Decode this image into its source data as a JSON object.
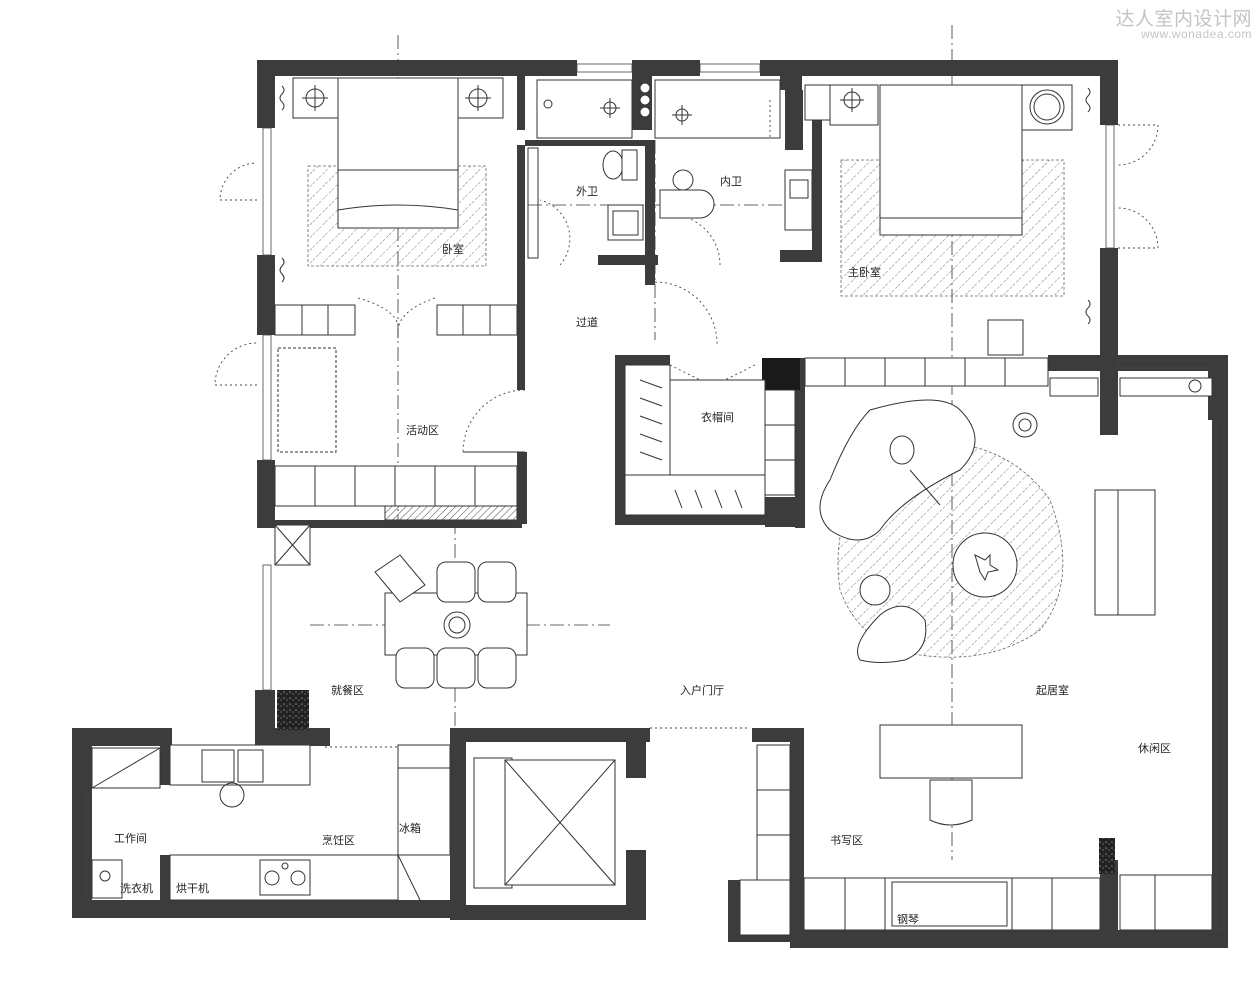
{
  "watermark": {
    "title": "达人室内设计网",
    "url": "www.wonadea.com"
  },
  "rooms": {
    "bedroom": "卧室",
    "outer_bath": "外卫",
    "inner_bath": "内卫",
    "master_bedroom": "主卧室",
    "corridor": "过道",
    "activity": "活动区",
    "cloakroom": "衣帽间",
    "dining": "就餐区",
    "entrance": "入户门厅",
    "living": "起居室",
    "leisure": "休闲区",
    "workroom": "工作间",
    "washer": "洗衣机",
    "dryer": "烘干机",
    "cooking": "烹饪区",
    "fridge": "冰箱",
    "study": "书写区",
    "piano": "钢琴"
  }
}
